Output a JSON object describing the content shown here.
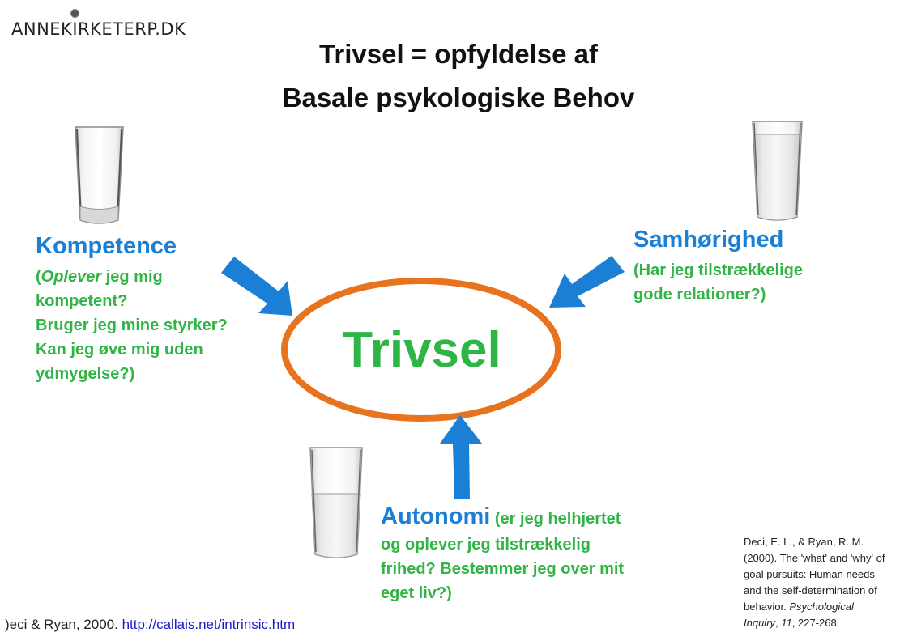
{
  "logo": {
    "text": "ANNEKIRKETERP.DK"
  },
  "title": {
    "line1": "Trivsel = opfyldelse af",
    "line2": "Basale psykologiske Behov"
  },
  "center": {
    "label": "Trivsel",
    "ellipse_color": "#e8731e"
  },
  "nodes": {
    "kompetence": {
      "title": "Kompetence",
      "lines": [
        "(",
        "Oplever",
        " jeg mig",
        "kompetent?",
        "Bruger jeg mine styrker?",
        "Kan jeg øve mig uden",
        "ydmygelse?)"
      ]
    },
    "samhorighed": {
      "title": "Samhørighed",
      "lines": [
        "(Har jeg tilstrækkelige",
        "gode relationer?)"
      ]
    },
    "autonomi": {
      "title": "Autonomi",
      "inline": " (er jeg helhjertet",
      "lines": [
        "og oplever jeg tilstrækkelig",
        "frihed? Bestemmer jeg over mit",
        "eget liv?)"
      ]
    }
  },
  "citation": {
    "line1": "Deci, E. L., & Ryan, R. M.",
    "line2": "(2000). The 'what' and 'why' of",
    "line3": "goal pursuits: Human needs",
    "line4": "and the self-determination of",
    "line5_plain": "behavior. ",
    "line5_italic": "Psychological",
    "line6_italic": "Inquiry",
    "line6_sep": ", ",
    "line6_vol": "11",
    "line6_rest": ", 227-268."
  },
  "footer": {
    "text": ")eci & Ryan, 2000. ",
    "link": "http://callais.net/intrinsic.htm"
  },
  "colors": {
    "blue": "#1c7fd6",
    "green": "#2fb546",
    "arrow": "#1c7fd6",
    "orange": "#e8731e"
  },
  "icons": [
    "glass-empty-icon",
    "glass-full-icon",
    "glass-half-icon",
    "arrow-icon"
  ]
}
